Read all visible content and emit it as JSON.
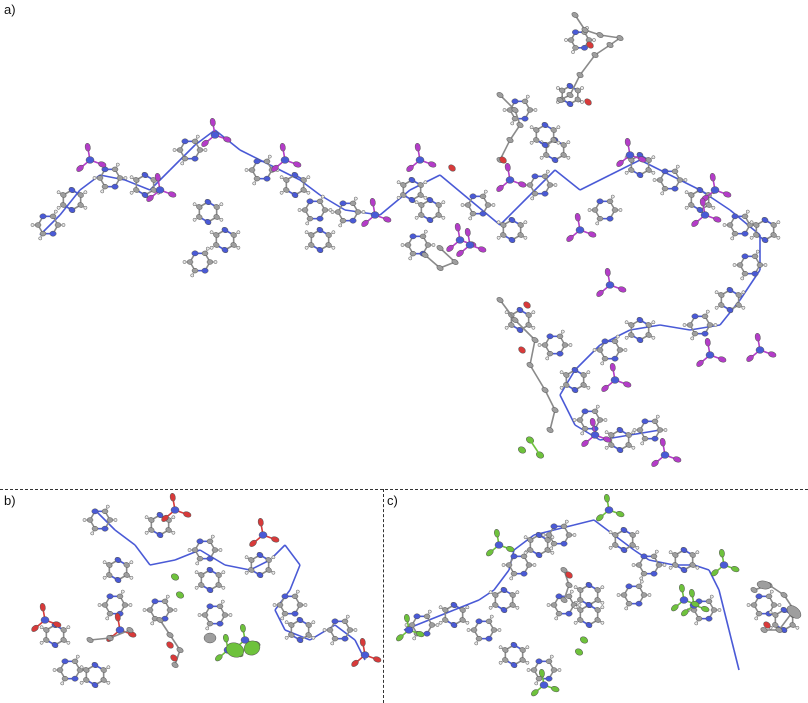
{
  "panels": [
    {
      "label": "a)"
    },
    {
      "label": "b)"
    },
    {
      "label": "c)"
    }
  ],
  "atom_colors": {
    "carbon": "#9e9e9e",
    "hydrogen": "#e8e8e8",
    "nitrogen": "#4a5ad6",
    "oxygen": "#d83a3a",
    "iodine": "#b43cc8",
    "chlorine": "#6ec23c",
    "bond": "#8a8a8a"
  }
}
